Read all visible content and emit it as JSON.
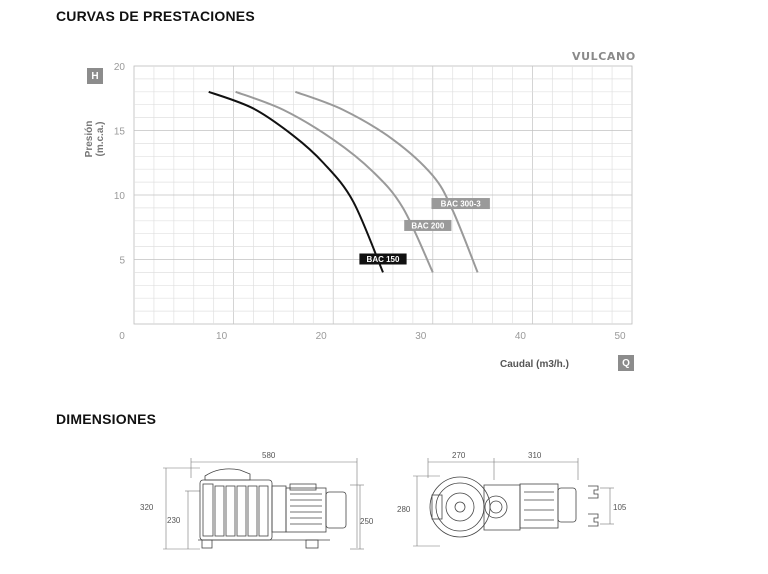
{
  "page": {
    "section1_title": "CURVAS DE PRESTACIONES",
    "section2_title": "DIMENSIONES",
    "brand_logo_text": "VULCANO"
  },
  "chart_data": {
    "type": "line",
    "ylabel": "Presión (m.c.a.)",
    "xlabel": "Caudal (m3/h.)",
    "y_badge": "H",
    "x_badge": "Q",
    "xlim": [
      0,
      50
    ],
    "ylim": [
      0,
      20
    ],
    "x_ticks": [
      "0",
      "10",
      "20",
      "30",
      "40",
      "50"
    ],
    "y_ticks": [
      "5",
      "10",
      "15",
      "20"
    ],
    "grid": true,
    "series": [
      {
        "name": "BAC 150",
        "color": "#111111",
        "label_bg": "#111111",
        "points": [
          [
            7.5,
            18
          ],
          [
            12,
            16.7
          ],
          [
            16,
            14.6
          ],
          [
            19,
            12.5
          ],
          [
            22,
            9.5
          ],
          [
            25,
            4
          ]
        ]
      },
      {
        "name": "BAC 200",
        "color": "#9a9a9a",
        "label_bg": "#9a9a9a",
        "points": [
          [
            10.2,
            18
          ],
          [
            15,
            16.6
          ],
          [
            20,
            14.3
          ],
          [
            24,
            11.8
          ],
          [
            27,
            9
          ],
          [
            30,
            4
          ]
        ]
      },
      {
        "name": "BAC 300-3",
        "color": "#9a9a9a",
        "label_bg": "#9a9a9a",
        "points": [
          [
            16.2,
            18
          ],
          [
            21,
            16.6
          ],
          [
            26,
            14.3
          ],
          [
            30,
            11.5
          ],
          [
            32,
            8.8
          ],
          [
            34.5,
            4
          ]
        ]
      }
    ]
  },
  "dimensions": {
    "side_width": "580",
    "side_height_total": "320",
    "side_height_inlet": "230",
    "side_height_motor": "250",
    "top_width_left": "270",
    "top_width_right": "310",
    "top_depth": "280",
    "connection_spacing": "105"
  }
}
